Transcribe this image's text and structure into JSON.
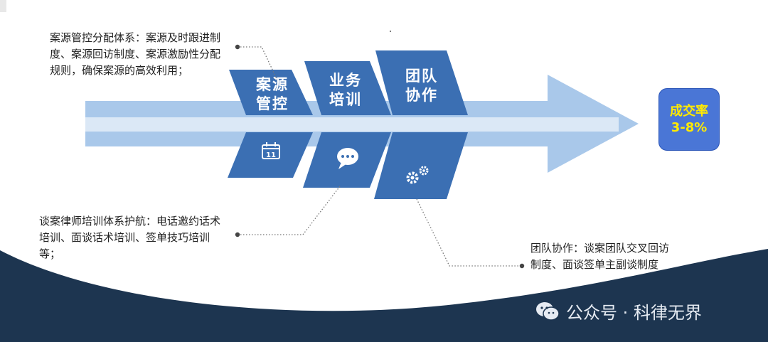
{
  "notes": {
    "case_management": "案源管控分配体系：案源及时跟进制度、案源回访制度、案源激励性分配规则，确保案源的高效利用；",
    "training": "谈案律师培训体系护航：电话邀约话术培训、面谈话术培训、签单技巧培训等；",
    "teamwork": "团队协作：谈案团队交叉回访制度、面谈签单主副谈制度"
  },
  "blocks": [
    {
      "label": "案源管控",
      "icon": "calendar-icon",
      "icon_text": "11"
    },
    {
      "label": "业务培训",
      "icon": "chat-bubble-icon"
    },
    {
      "label": "团队协作",
      "icon": "gears-icon"
    }
  ],
  "result": {
    "line1": "成交率",
    "line2": "3-8%"
  },
  "watermark": "公众号 · 科律无界",
  "colors": {
    "block_blue": "#3b6fb3",
    "arrow_light": "#a9c8ea",
    "arrow_band": "#dbe8f6",
    "result_bg": "#4a76d6",
    "result_text": "#ffea00",
    "footer_navy": "#1d3550"
  }
}
